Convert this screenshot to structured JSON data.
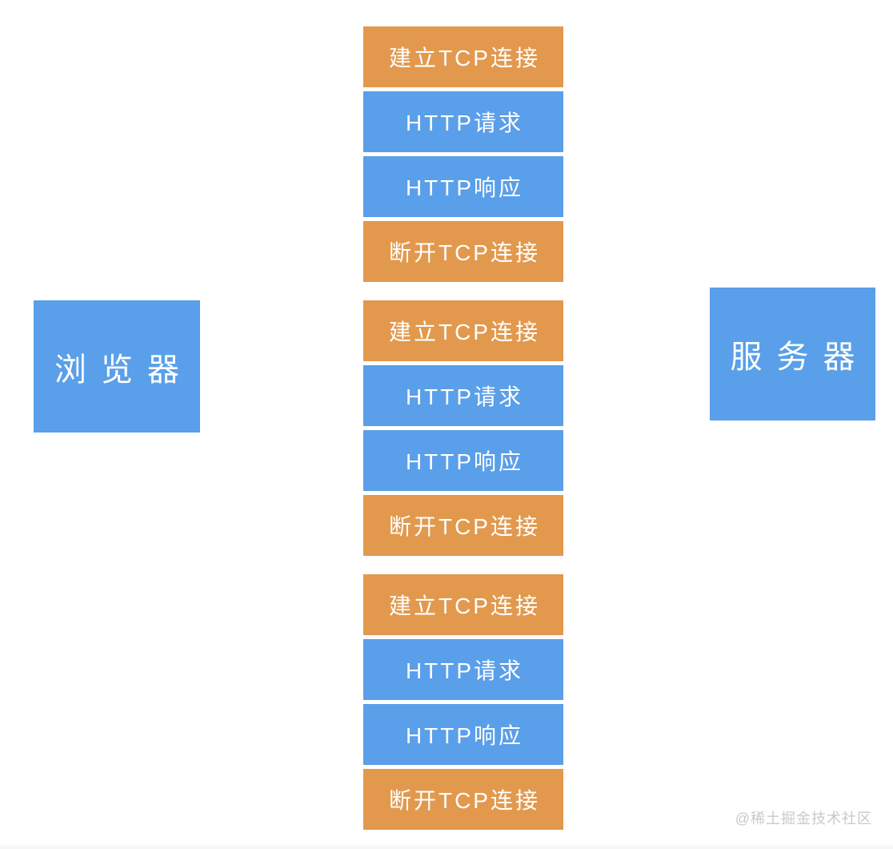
{
  "colors": {
    "blue": "#5a9fe9",
    "orange": "#e2994d",
    "text": "#ffffff",
    "background": "#ffffff",
    "watermark": "#c9c9c9"
  },
  "actors": {
    "browser": {
      "label": "浏览器"
    },
    "server": {
      "label": "服务器"
    }
  },
  "sequence": {
    "groups": [
      {
        "steps": [
          {
            "label": "建立TCP连接",
            "type": "tcp"
          },
          {
            "label": "HTTP请求",
            "type": "http"
          },
          {
            "label": "HTTP响应",
            "type": "http"
          },
          {
            "label": "断开TCP连接",
            "type": "tcp"
          }
        ]
      },
      {
        "steps": [
          {
            "label": "建立TCP连接",
            "type": "tcp"
          },
          {
            "label": "HTTP请求",
            "type": "http"
          },
          {
            "label": "HTTP响应",
            "type": "http"
          },
          {
            "label": "断开TCP连接",
            "type": "tcp"
          }
        ]
      },
      {
        "steps": [
          {
            "label": "建立TCP连接",
            "type": "tcp"
          },
          {
            "label": "HTTP请求",
            "type": "http"
          },
          {
            "label": "HTTP响应",
            "type": "http"
          },
          {
            "label": "断开TCP连接",
            "type": "tcp"
          }
        ]
      }
    ]
  },
  "watermark": {
    "label": "@稀土掘金技术社区"
  }
}
